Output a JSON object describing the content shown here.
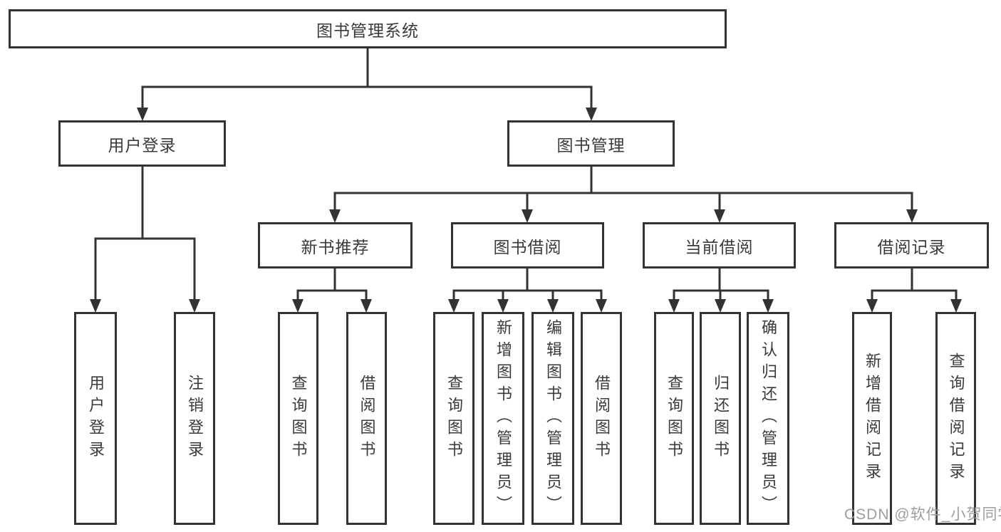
{
  "title": "图书管理系统",
  "nodes": {
    "root": {
      "label": "图书管理系统"
    },
    "level2": [
      {
        "label": "用户登录"
      },
      {
        "label": "图书管理"
      }
    ],
    "level3": [
      {
        "label": "新书推荐",
        "parent": "图书管理"
      },
      {
        "label": "图书借阅",
        "parent": "图书管理"
      },
      {
        "label": "当前借阅",
        "parent": "图书管理"
      },
      {
        "label": "借阅记录",
        "parent": "图书管理"
      }
    ],
    "leaves": [
      {
        "label": "用户登录",
        "parent": "用户登录"
      },
      {
        "label": "注销登录",
        "parent": "用户登录"
      },
      {
        "label": "查询图书",
        "parent": "新书推荐"
      },
      {
        "label": "借阅图书",
        "parent": "新书推荐"
      },
      {
        "label": "查询图书",
        "parent": "图书借阅"
      },
      {
        "label": "新增图书（管理员）",
        "parent": "图书借阅"
      },
      {
        "label": "编辑图书（管理员）",
        "parent": "图书借阅"
      },
      {
        "label": "借阅图书",
        "parent": "图书借阅"
      },
      {
        "label": "查询图书",
        "parent": "当前借阅"
      },
      {
        "label": "归还图书",
        "parent": "当前借阅"
      },
      {
        "label": "确认归还（管理员）",
        "parent": "当前借阅"
      },
      {
        "label": "新增借阅记录",
        "parent": "借阅记录"
      },
      {
        "label": "查询借阅记录",
        "parent": "借阅记录"
      }
    ]
  },
  "watermark": "CSDN @软件_小贺同学",
  "colors": {
    "line": "#333333",
    "text": "#3a3a3a",
    "watermark": "#9e9e9e",
    "background": "#ffffff"
  }
}
